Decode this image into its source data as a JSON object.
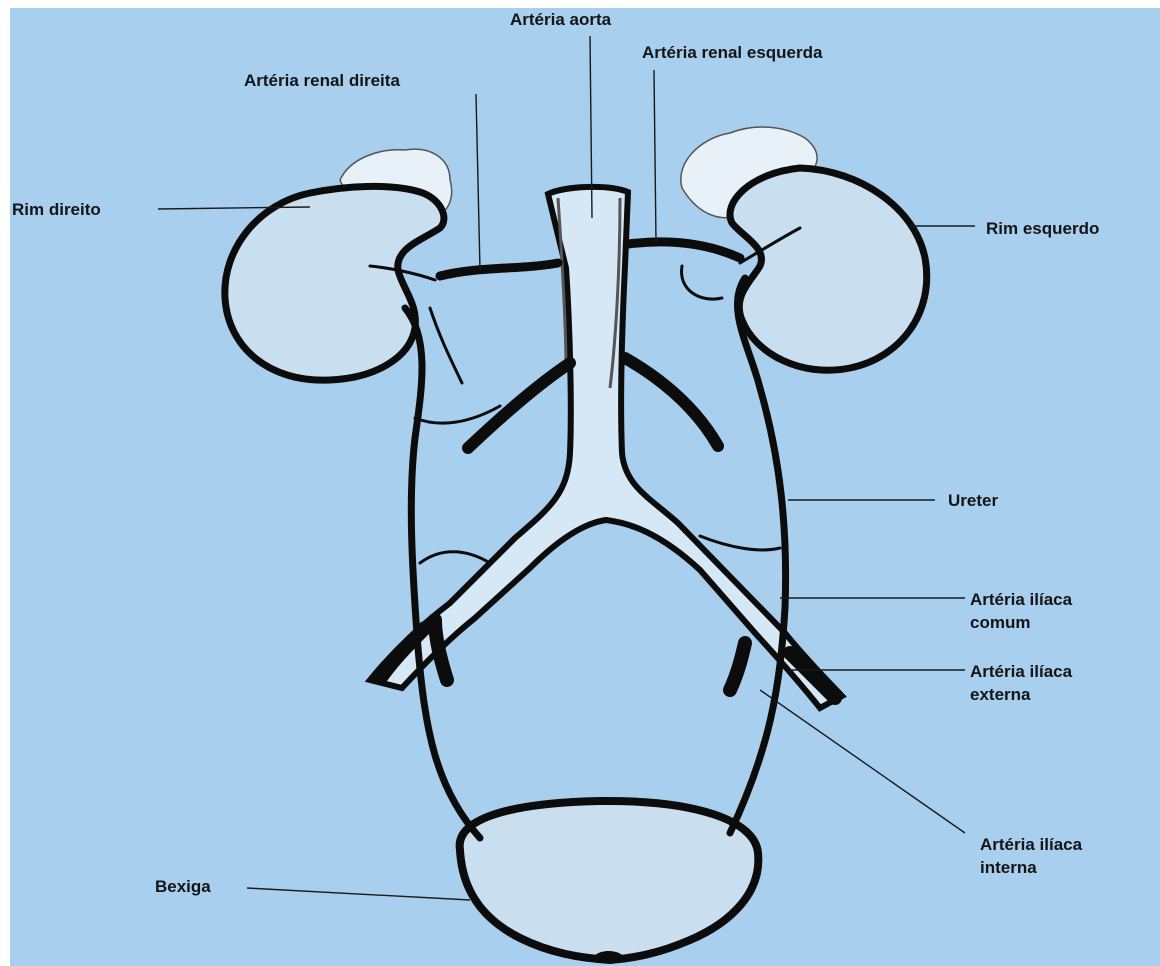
{
  "background_color": "#a9cfee",
  "ink_color": "#111111",
  "labels": {
    "aorta": "Artéria aorta",
    "renal_right": "Artéria renal direita",
    "renal_left": "Artéria renal esquerda",
    "kidney_right": "Rim direito",
    "kidney_left": "Rim esquerdo",
    "ureter": "Ureter",
    "common_iliac": [
      "Artéria ilíaca",
      "comum"
    ],
    "external_iliac": [
      "Artéria ilíaca",
      "externa"
    ],
    "internal_iliac": [
      "Artéria ilíaca",
      "interna"
    ],
    "bladder": "Bexiga"
  }
}
